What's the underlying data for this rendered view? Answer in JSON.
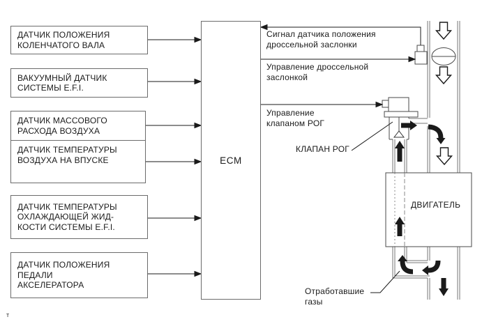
{
  "sensor_boxes": [
    {
      "label": "ДАТЧИК ПОЛОЖЕНИЯ\nКОЛЕНЧАТОГО ВАЛА"
    },
    {
      "label": "ВАКУУМНЫЙ ДАТЧИК\nСИСТЕМЫ E.F.I."
    },
    {
      "label": "ДАТЧИК МАССОВОГО\nРАСХОДА ВОЗДУХА"
    },
    {
      "label": "ДАТЧИК ТЕМПЕРАТУРЫ\nВОЗДУХА НА ВПУСКЕ"
    },
    {
      "label": "ДАТЧИК ТЕМПЕРАТУРЫ\nОХЛАЖДАЮЩЕЙ ЖИД-\nКОСТИ СИСТЕМЫ E.F.I."
    },
    {
      "label": "ДАТЧИК ПОЛОЖЕНИЯ\nПЕДАЛИ\nАКСЕЛЕРАТОРА"
    }
  ],
  "ecm_label": "ECM",
  "signal_labels": {
    "throttle_position": "Сигнал датчика положения\nдроссельной заслонки",
    "throttle_control": "Управление дроссельной\nзаслонкой",
    "egr_control": "Управление\nклапаном РОГ"
  },
  "component_labels": {
    "egr_valve": "КЛАПАН РОГ",
    "engine": "ДВИГАТЕЛЬ",
    "exhaust_gases": "Отработавшие\nгазы"
  },
  "corner_mark": "т",
  "colors": {
    "background": "#ffffff",
    "wire": "#1a1a1a",
    "box_border": "#6b6b6b",
    "pipe": "#757575",
    "device_outline": "#4a4a4a"
  }
}
